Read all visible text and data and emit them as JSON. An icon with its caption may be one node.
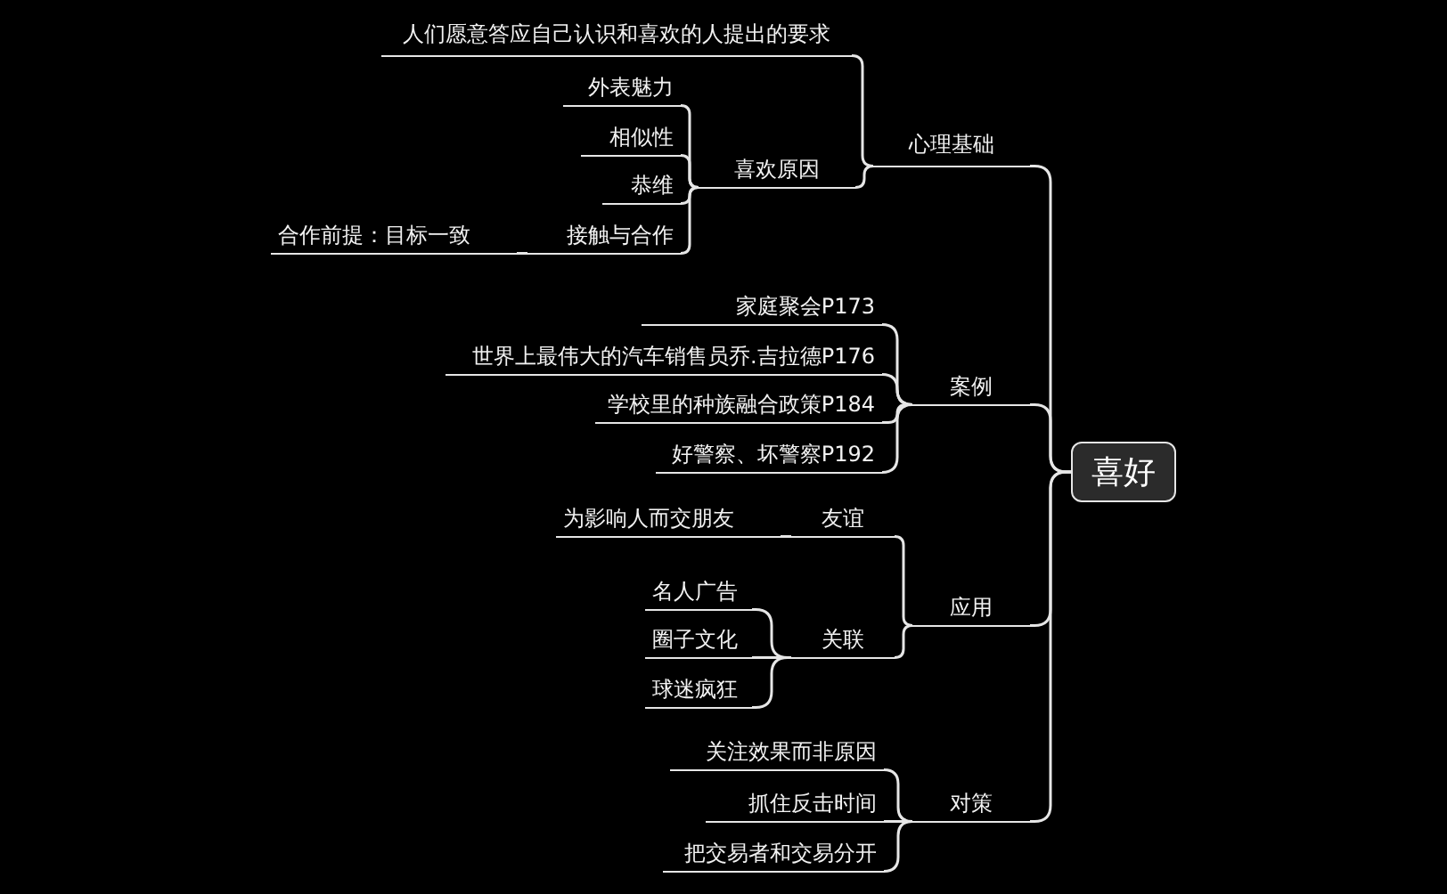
{
  "diagram": {
    "nodes": [
      {
        "text": [
          "喜好"
        ]
      },
      {
        "text": [
          "心理基础"
        ]
      },
      {
        "text": [
          "人们愿意答应自己认识和喜欢的人提出的要求"
        ]
      },
      {
        "text": [
          "喜欢原因"
        ]
      },
      {
        "text": [
          "外表魅力"
        ]
      },
      {
        "text": [
          "相似性"
        ]
      },
      {
        "text": [
          "恭维"
        ]
      },
      {
        "text": [
          "接触与合作"
        ]
      },
      {
        "text": [
          "合作前提：目标一致"
        ]
      },
      {
        "text": [
          "案例"
        ]
      },
      {
        "text": [
          "家庭聚会P173"
        ]
      },
      {
        "text": [
          "世界上最伟大的汽车销售员乔.吉拉德P176"
        ]
      },
      {
        "text": [
          "学校里的种族融合政策P184"
        ]
      },
      {
        "text": [
          "好警察、坏警察P192"
        ]
      },
      {
        "text": [
          "应用"
        ]
      },
      {
        "text": [
          "友谊"
        ]
      },
      {
        "text": [
          "为影响人而交朋友"
        ]
      },
      {
        "text": [
          "关联"
        ]
      },
      {
        "text": [
          "名人广告"
        ]
      },
      {
        "text": [
          "圈子文化"
        ]
      },
      {
        "text": [
          "球迷疯狂"
        ]
      },
      {
        "text": [
          "对策"
        ]
      },
      {
        "text": [
          "关注效果而非原因"
        ]
      },
      {
        "text": [
          "抓住反击时间"
        ]
      },
      {
        "text": [
          "把交易者和交易分开"
        ]
      }
    ],
    "edges": [
      {
        "from": 0,
        "to": 1,
        "arrow": "none"
      },
      {
        "from": 1,
        "to": 2,
        "arrow": "none"
      },
      {
        "from": 1,
        "to": 3,
        "arrow": "none"
      },
      {
        "from": 3,
        "to": 4,
        "arrow": "none"
      },
      {
        "from": 3,
        "to": 5,
        "arrow": "none"
      },
      {
        "from": 3,
        "to": 6,
        "arrow": "none"
      },
      {
        "from": 3,
        "to": 7,
        "arrow": "none"
      },
      {
        "from": 7,
        "to": 8,
        "arrow": "none"
      },
      {
        "from": 0,
        "to": 9,
        "arrow": "none"
      },
      {
        "from": 9,
        "to": 10,
        "arrow": "none"
      },
      {
        "from": 9,
        "to": 11,
        "arrow": "none"
      },
      {
        "from": 9,
        "to": 12,
        "arrow": "none"
      },
      {
        "from": 9,
        "to": 13,
        "arrow": "none"
      },
      {
        "from": 0,
        "to": 14,
        "arrow": "none"
      },
      {
        "from": 14,
        "to": 15,
        "arrow": "none"
      },
      {
        "from": 15,
        "to": 16,
        "arrow": "none"
      },
      {
        "from": 14,
        "to": 17,
        "arrow": "none"
      },
      {
        "from": 17,
        "to": 18,
        "arrow": "none"
      },
      {
        "from": 17,
        "to": 19,
        "arrow": "none"
      },
      {
        "from": 17,
        "to": 20,
        "arrow": "none"
      },
      {
        "from": 0,
        "to": 21,
        "arrow": "none"
      },
      {
        "from": 21,
        "to": 22,
        "arrow": "none"
      },
      {
        "from": 21,
        "to": 23,
        "arrow": "none"
      },
      {
        "from": 21,
        "to": 24,
        "arrow": "none"
      }
    ]
  }
}
